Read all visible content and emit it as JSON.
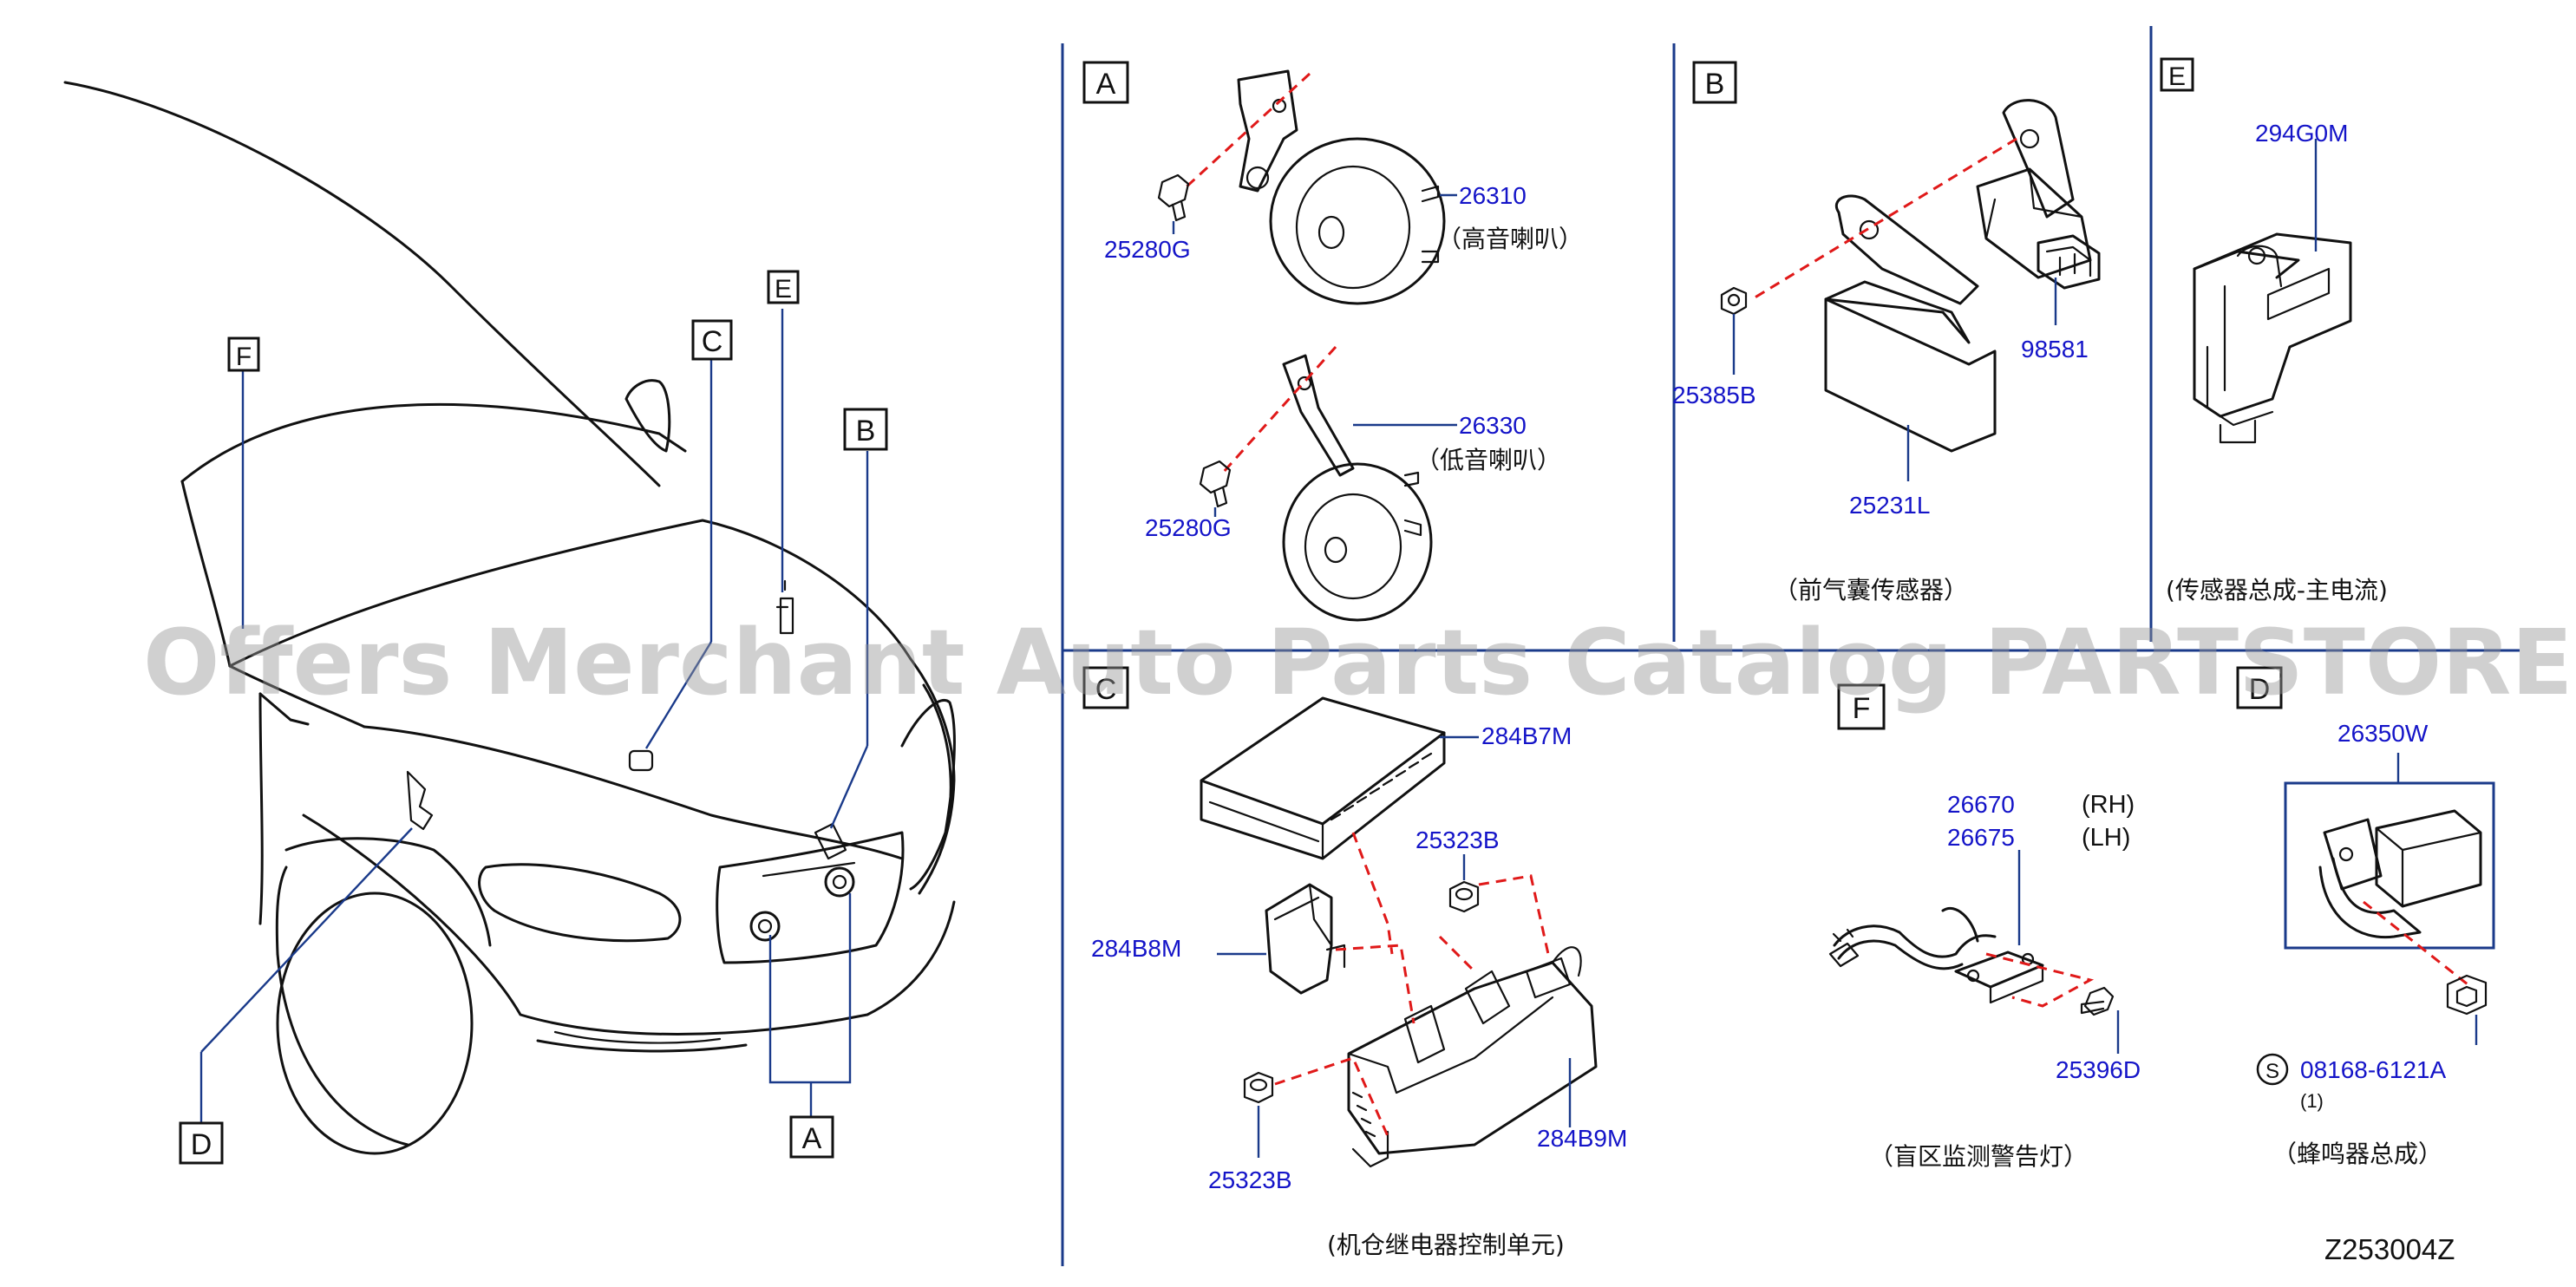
{
  "callouts": {
    "a": "A",
    "b": "B",
    "c": "C",
    "d": "D",
    "e": "E",
    "f": "F"
  },
  "section_a": {
    "label": "A",
    "high_horn_pn": "26310",
    "high_horn_caption": "（高音喇叭）",
    "low_horn_pn": "26330",
    "low_horn_caption": "（低音喇叭）",
    "bolt_upper_pn": "25280G",
    "bolt_lower_pn": "25280G"
  },
  "section_b": {
    "label": "B",
    "nut_pn": "25385B",
    "sensor_pn": "98581",
    "bracket_pn": "25231L",
    "caption": "（前气囊传感器）"
  },
  "section_e": {
    "label": "E",
    "sensor_pn": "294G0M",
    "caption": "(传感器总成-主电流)"
  },
  "section_c": {
    "label": "C",
    "cover_pn": "284B7M",
    "nut_upper_pn": "25323B",
    "bracket_pn": "284B8M",
    "box_pn": "284B9M",
    "nut_lower_pn": "25323B",
    "caption": "(机仓继电器控制单元)"
  },
  "section_f": {
    "label": "F",
    "pn_rh": "26670",
    "rh": "(RH)",
    "pn_lh": "26675",
    "lh": "(LH)",
    "screw_pn": "25396D",
    "caption": "（盲区监测警告灯）"
  },
  "section_d": {
    "label": "D",
    "buzzer_pn": "26350W",
    "std_symbol": "S",
    "bolt_pn": "08168-6121A",
    "qty": "(1)",
    "caption": "（蜂鸣器总成）"
  },
  "diagram_code": "Z253004Z",
  "watermark": "Offers Merchant Auto Parts Catalog PARTSTORE.SA"
}
